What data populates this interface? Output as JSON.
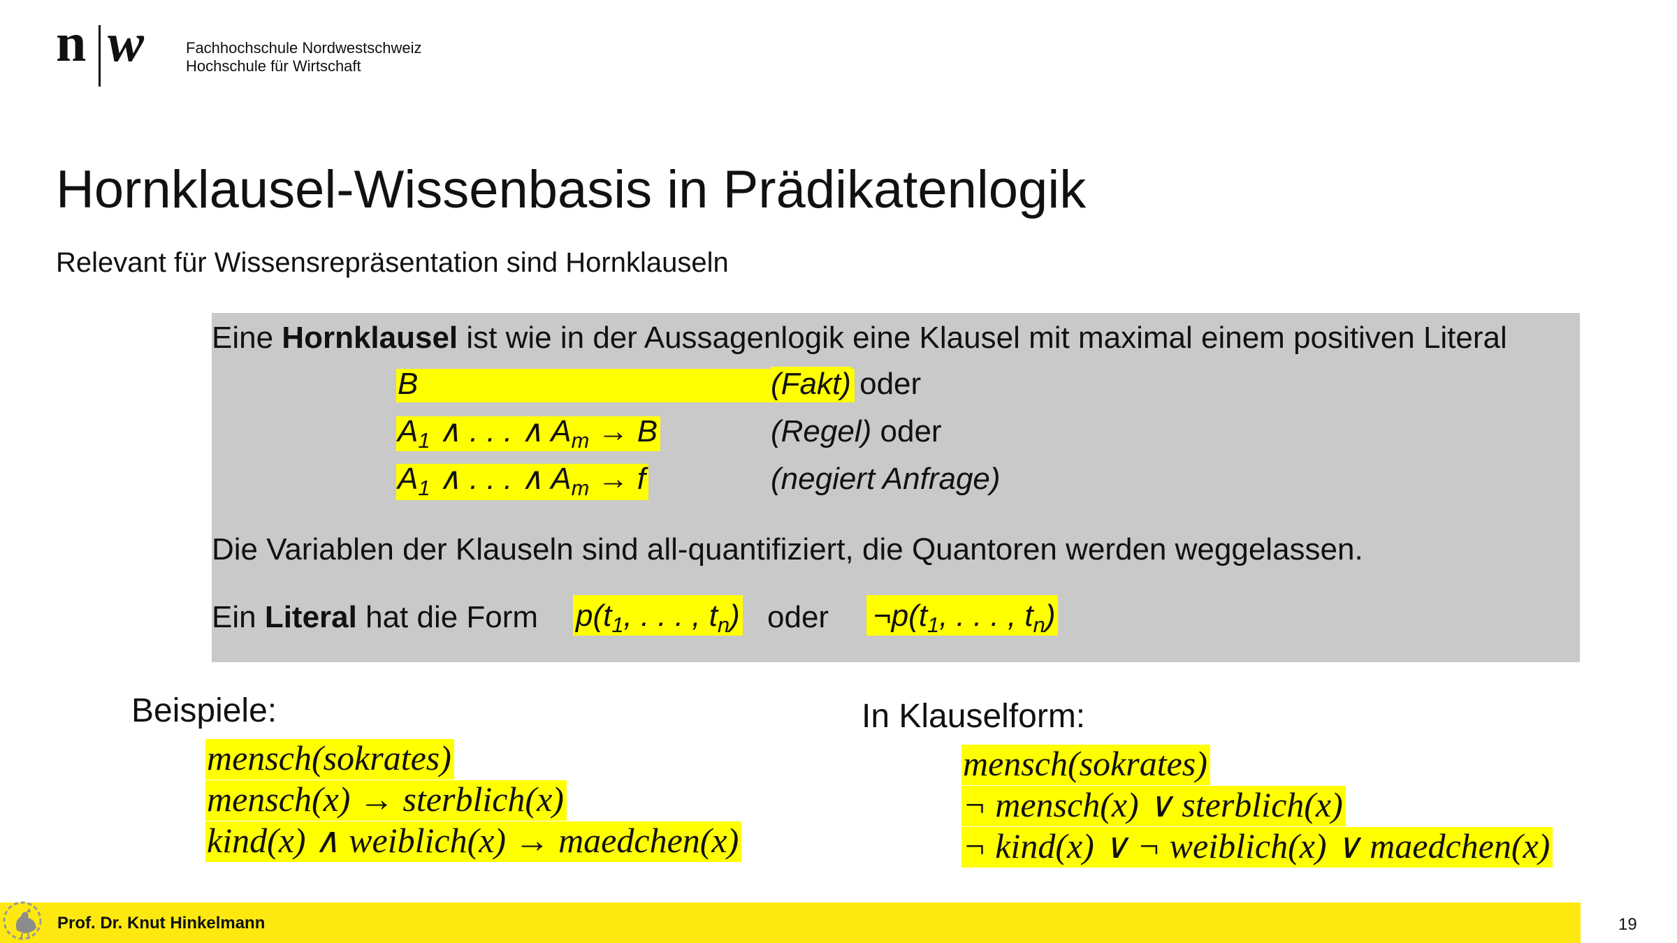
{
  "header": {
    "logo_n": "n",
    "logo_w": "w",
    "institution_line1": "Fachhochschule Nordwestschweiz",
    "institution_line2": "Hochschule für Wirtschaft"
  },
  "slide": {
    "title": "Hornklausel-Wissenbasis in Prädikatenlogik",
    "subtitle": "Relevant für Wissensrepräsentation sind Hornklauseln"
  },
  "definition_box": {
    "line1_pre": "Eine ",
    "line1_bold": "Hornklausel",
    "line1_post": " ist wie in der Aussagenlogik eine Klausel mit maximal einem positiven Literal",
    "fakt_formula": "B",
    "fakt_label": "(Fakt)",
    "fakt_oder": " oder",
    "regel_formula_a": "A",
    "regel_formula_sub1": "1",
    "regel_formula_mid": " ∧ . . . ∧ A",
    "regel_formula_subm": "m",
    "regel_formula_end": " → B",
    "regel_label": "(Regel)",
    "regel_oder": " oder",
    "anfrage_formula_a": "A",
    "anfrage_formula_sub1": "1",
    "anfrage_formula_mid": " ∧ . . . ∧ A",
    "anfrage_formula_subm": "m",
    "anfrage_formula_end": " → f",
    "anfrage_label": "(negiert Anfrage)",
    "variablen_line": "Die Variablen der Klauseln sind all-quantifiziert, die Quantoren werden weggelassen.",
    "literal_pre": "Ein ",
    "literal_bold": "Literal",
    "literal_post": " hat die Form",
    "literal_pos_a": "p(t",
    "literal_pos_sub1": "1",
    "literal_pos_mid": ", . . . , t",
    "literal_pos_subn": "n",
    "literal_pos_end": ")",
    "literal_oder": "oder",
    "literal_neg_a": "¬p(t",
    "literal_neg_sub1": "1",
    "literal_neg_mid": ", . . . , t",
    "literal_neg_subn": "n",
    "literal_neg_end": ")"
  },
  "examples": {
    "heading_left": "Beispiele:",
    "heading_right": "In Klauselform:",
    "left": [
      "mensch(sokrates)",
      "mensch(x) → sterblich(x)",
      "kind(x) ∧ weiblich(x) → maedchen(x)"
    ],
    "right": [
      "mensch(sokrates)",
      " ¬ mensch(x) ∨ sterblich(x)",
      " ¬ kind(x) ∨  ¬ weiblich(x) ∨ maedchen(x)"
    ]
  },
  "footer": {
    "author": "Prof. Dr. Knut Hinkelmann",
    "page_number": "19",
    "bar_color": "#fde90f"
  },
  "colors": {
    "highlight": "#ffff00",
    "box_background": "#c9c9c9"
  }
}
